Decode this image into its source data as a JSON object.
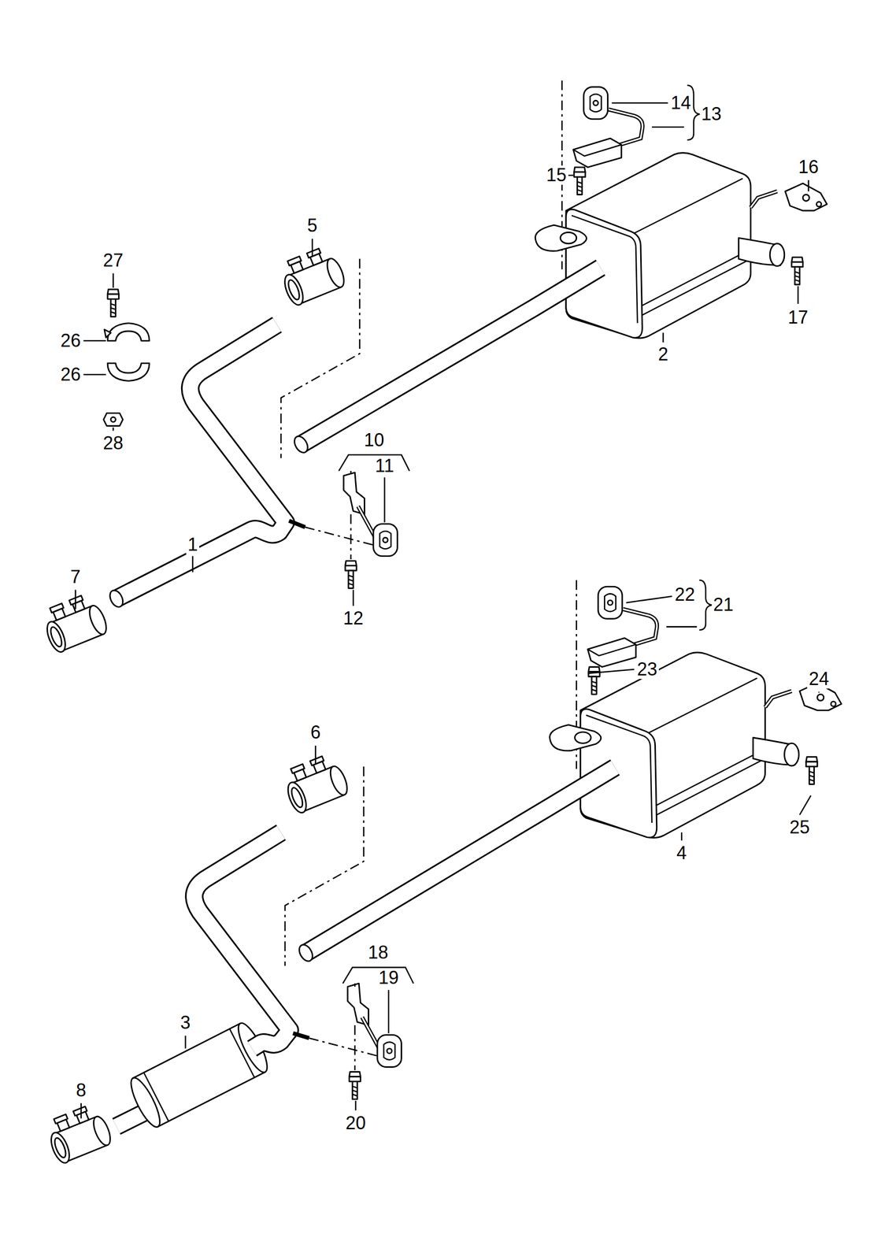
{
  "diagram": {
    "labels": [
      "14",
      "13",
      "16",
      "15",
      "5",
      "27",
      "2",
      "17",
      "26",
      "26",
      "28",
      "10",
      "11",
      "1",
      "7",
      "12",
      "22",
      "21",
      "23",
      "24",
      "6",
      "25",
      "4",
      "18",
      "19",
      "3",
      "8",
      "20"
    ]
  }
}
